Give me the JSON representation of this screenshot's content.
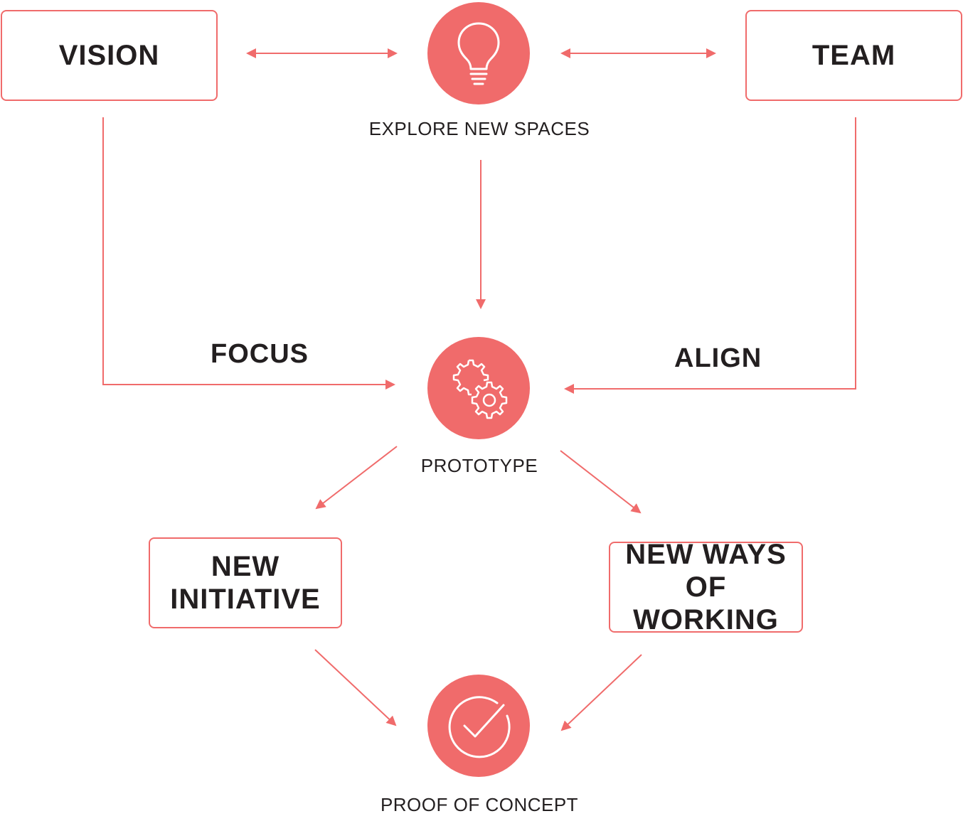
{
  "colors": {
    "accent": "#f06b6b",
    "text": "#231f20",
    "background": "#ffffff",
    "icon_stroke": "#ffffff"
  },
  "nodes": {
    "vision": {
      "label": "VISION"
    },
    "team": {
      "label": "TEAM"
    },
    "explore": {
      "caption": "EXPLORE NEW SPACES",
      "icon": "lightbulb-icon"
    },
    "prototype": {
      "caption": "PROTOTYPE",
      "icon": "gears-icon"
    },
    "new_initiative": {
      "label": "NEW\nINITIATIVE"
    },
    "new_ways": {
      "label": "NEW WAYS\nOF WORKING"
    },
    "proof": {
      "caption": "PROOF OF CONCEPT",
      "icon": "checkmark-circle-icon"
    }
  },
  "edge_labels": {
    "focus": "FOCUS",
    "align": "ALIGN"
  },
  "edges": [
    {
      "from": "vision",
      "to": "explore",
      "direction": "both"
    },
    {
      "from": "explore",
      "to": "team",
      "direction": "both"
    },
    {
      "from": "explore",
      "to": "prototype",
      "direction": "forward"
    },
    {
      "from": "vision",
      "to": "prototype",
      "direction": "forward",
      "label": "FOCUS"
    },
    {
      "from": "team",
      "to": "prototype",
      "direction": "forward",
      "label": "ALIGN"
    },
    {
      "from": "prototype",
      "to": "new_initiative",
      "direction": "forward"
    },
    {
      "from": "prototype",
      "to": "new_ways",
      "direction": "forward"
    },
    {
      "from": "new_initiative",
      "to": "proof",
      "direction": "forward"
    },
    {
      "from": "new_ways",
      "to": "proof",
      "direction": "forward"
    }
  ]
}
